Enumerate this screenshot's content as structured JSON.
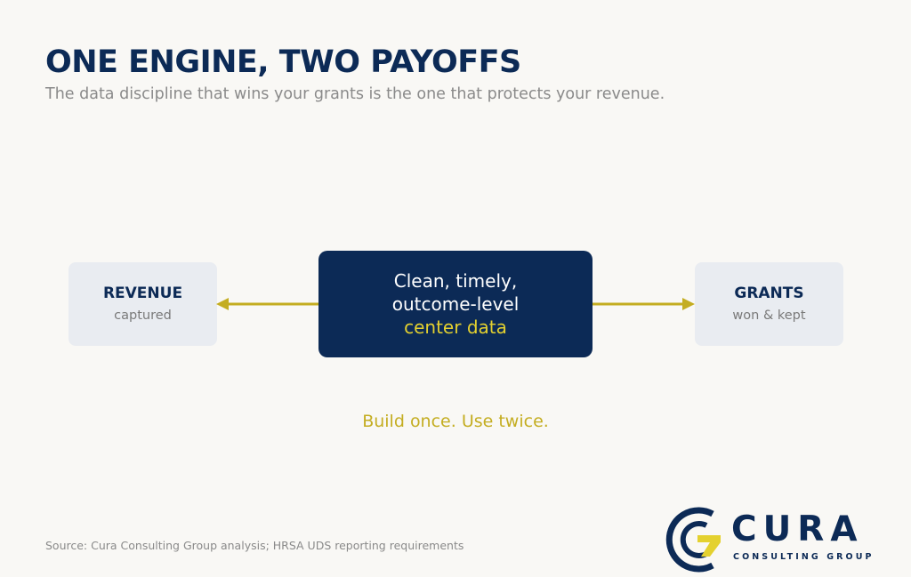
{
  "header": {
    "title": "ONE ENGINE, TWO PAYOFFS",
    "subtitle": "The data discipline that wins your grants is the one that protects your revenue."
  },
  "diagram": {
    "center": {
      "line1": "Clean, timely,",
      "line2": "outcome-level",
      "line3": "center data"
    },
    "left_node": {
      "title": "REVENUE",
      "subtitle": "captured"
    },
    "right_node": {
      "title": "GRANTS",
      "subtitle": "won & kept"
    }
  },
  "tagline": "Build once. Use twice.",
  "footer": {
    "source": "Source: Cura Consulting Group analysis; HRSA UDS reporting requirements"
  },
  "logo": {
    "name": "CURA",
    "tagline": "CONSULTING GROUP"
  },
  "colors": {
    "navy": "#0c2a56",
    "gold": "#c4ad21",
    "accent_yellow": "#e4d12f",
    "node_bg": "#e9ecf1",
    "page_bg": "#f9f8f5"
  }
}
